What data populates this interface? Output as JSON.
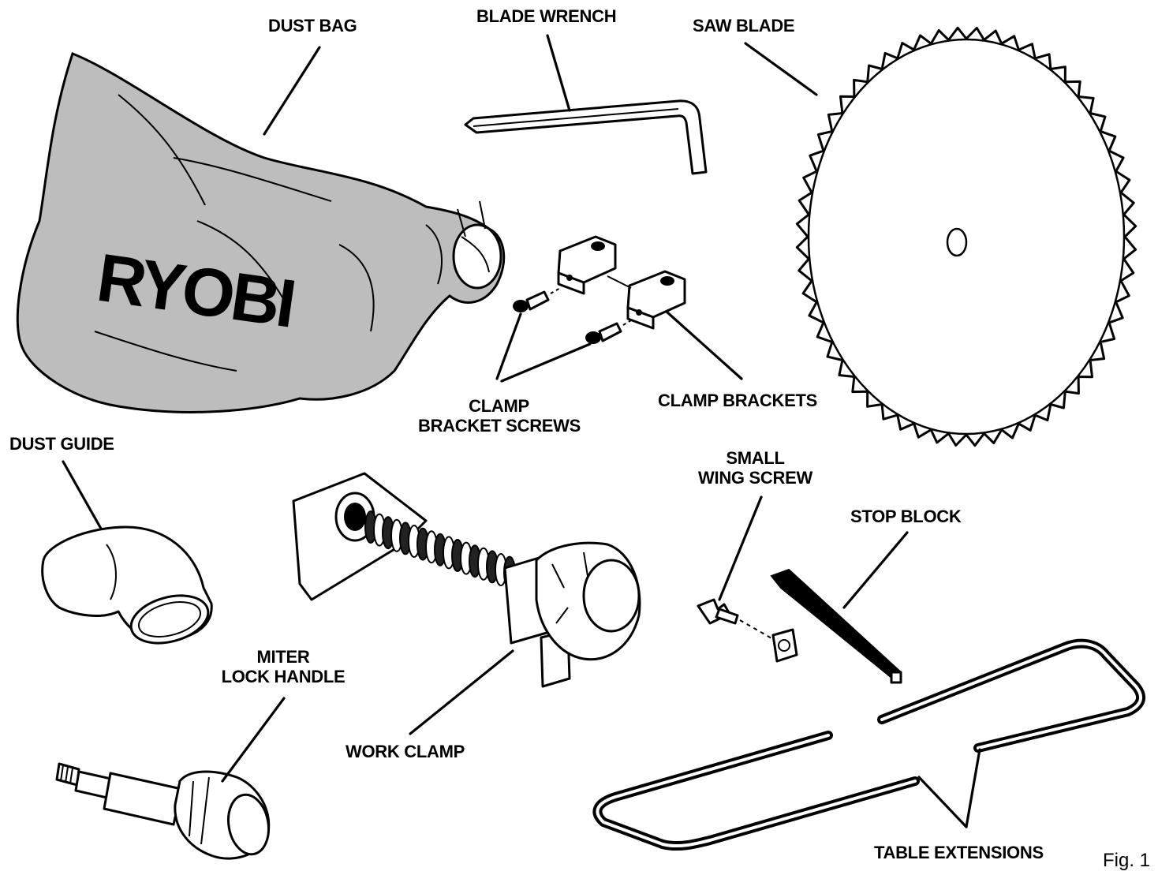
{
  "figure_label": "Fig. 1",
  "brand_logo": "RYOBI",
  "labels": {
    "dust_bag": "DUST BAG",
    "blade_wrench": "BLADE WRENCH",
    "saw_blade": "SAW BLADE",
    "clamp_bracket_screws_1": "CLAMP",
    "clamp_bracket_screws_2": "BRACKET SCREWS",
    "clamp_brackets": "CLAMP BRACKETS",
    "dust_guide": "DUST GUIDE",
    "small_wing_screw_1": "SMALL",
    "small_wing_screw_2": "WING SCREW",
    "stop_block": "STOP BLOCK",
    "miter_lock_handle_1": "MITER",
    "miter_lock_handle_2": "LOCK HANDLE",
    "work_clamp": "WORK CLAMP",
    "table_extensions": "TABLE EXTENSIONS"
  },
  "colors": {
    "bag_fill": "#bdbdbd",
    "outline": "#000000",
    "background": "#ffffff"
  }
}
